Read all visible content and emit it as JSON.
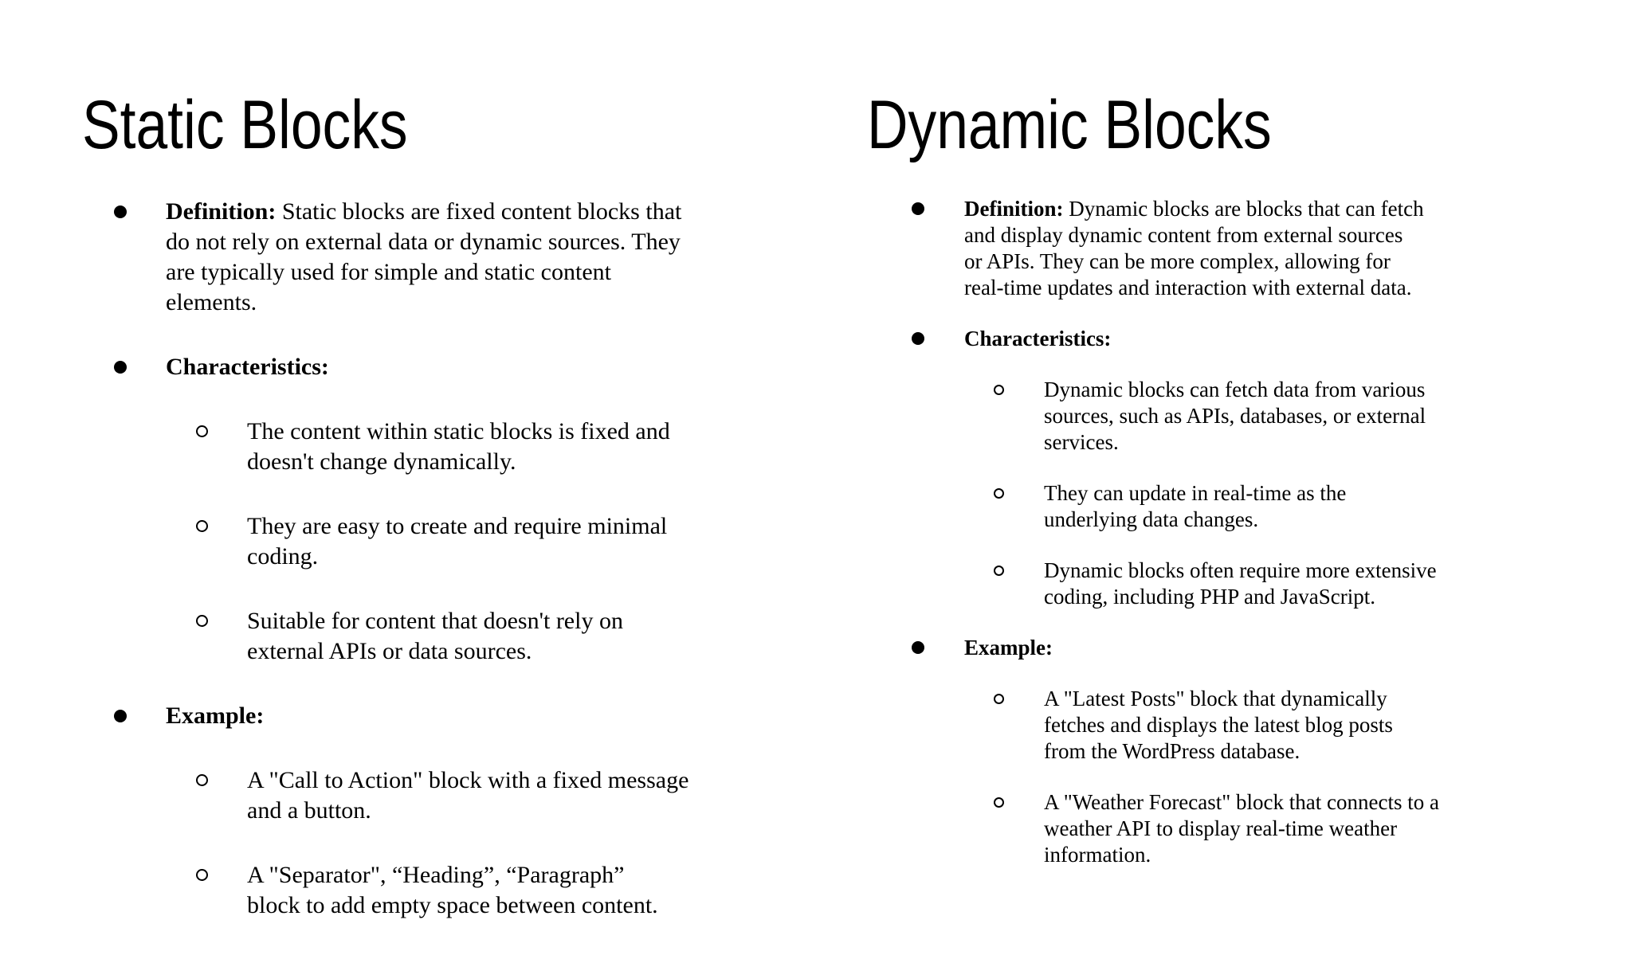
{
  "slide": {
    "background": "#ffffff",
    "text_color": "#000000",
    "bullet_level1_style": "filled-dot",
    "bullet_level2_style": "hollow-circle"
  },
  "columns": [
    {
      "title": "Static Blocks",
      "items": [
        {
          "level": 1,
          "lead": "Definition:",
          "lines": [
            "Static blocks are fixed content blocks that",
            "do not rely on external data or dynamic sources. They",
            "are typically used for simple and static content",
            "elements."
          ]
        },
        {
          "level": 1,
          "lead": "Characteristics:",
          "lines": []
        },
        {
          "level": 2,
          "lines": [
            "The content within static blocks is fixed and",
            "doesn't change dynamically."
          ]
        },
        {
          "level": 2,
          "lines": [
            "They are easy to create and require minimal",
            "coding."
          ]
        },
        {
          "level": 2,
          "lines": [
            "Suitable for content that doesn't rely on",
            "external APIs or data sources."
          ]
        },
        {
          "level": 1,
          "lead": "Example:",
          "lines": []
        },
        {
          "level": 2,
          "lines": [
            "A \"Call to Action\" block with a fixed message",
            "and a button."
          ]
        },
        {
          "level": 2,
          "lines": [
            "A \"Separator\", “Heading”, “Paragraph”",
            "block to add empty space between content."
          ]
        }
      ]
    },
    {
      "title": "Dynamic Blocks",
      "items": [
        {
          "level": 1,
          "lead": "Definition:",
          "lines": [
            "Dynamic blocks are blocks that can fetch",
            "and display dynamic content from external sources",
            "or APIs. They can be more complex, allowing for",
            "real-time updates and interaction with external data."
          ]
        },
        {
          "level": 1,
          "lead": "Characteristics:",
          "lines": []
        },
        {
          "level": 2,
          "lines": [
            "Dynamic blocks can fetch data from various",
            "sources, such as APIs, databases, or external",
            "services."
          ]
        },
        {
          "level": 2,
          "lines": [
            "They can update in real-time as the",
            "underlying data changes."
          ]
        },
        {
          "level": 2,
          "lines": [
            "Dynamic blocks often require more extensive",
            "coding, including PHP and JavaScript."
          ]
        },
        {
          "level": 1,
          "lead": "Example:",
          "lines": []
        },
        {
          "level": 2,
          "lines": [
            "A \"Latest Posts\" block that dynamically",
            "fetches and displays the latest blog posts",
            "from the WordPress database."
          ]
        },
        {
          "level": 2,
          "lines": [
            "A \"Weather Forecast\" block that connects to a",
            "weather API to display real-time weather",
            "information."
          ]
        }
      ]
    }
  ]
}
